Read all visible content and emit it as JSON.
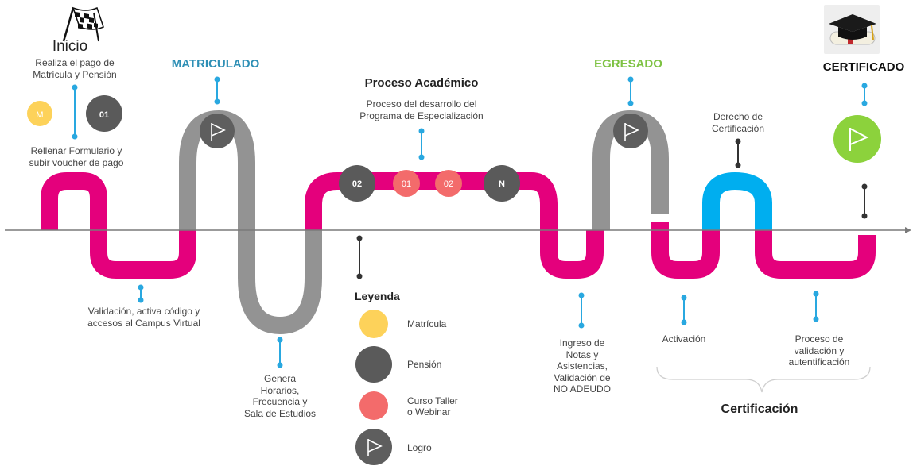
{
  "colors": {
    "road_magenta": "#e4007c",
    "road_gray": "#939393",
    "road_blue": "#00aeef",
    "matricula": "#fdd25a",
    "pension": "#5a5a5a",
    "curso": "#f36b6b",
    "logro_gray": "#5e5e5e",
    "logro_green": "#8cd23c",
    "matriculado": "#2e8fb5",
    "egresado": "#7dc242",
    "pin_blue": "#29a8e0",
    "pin_dark": "#333333",
    "axis": "#7a7a7a"
  },
  "start": {
    "flag_icon": "checkered-flag-icon",
    "title": "Inicio",
    "pay_line1": "Realiza el pago de",
    "pay_line2": "Matrícula y Pensión",
    "form_line1": "Rellenar Formulario y",
    "form_line2": "subir voucher de pago"
  },
  "badges": {
    "m": "M",
    "first": "01",
    "academic": [
      "02",
      "01",
      "02",
      "N"
    ]
  },
  "milestones": {
    "matriculado": "MATRICULADO",
    "egresado": "EGRESADO",
    "certificado": "CERTIFICADO",
    "grad_icon": "graduation-cap-diploma-icon"
  },
  "academic": {
    "title": "Proceso Académico",
    "line1": "Proceso del desarrollo del",
    "line2": "Programa de Especialización"
  },
  "steps": {
    "validacion_1": "Validación, activa código y",
    "validacion_2": "accesos al Campus Virtual",
    "genera": [
      "Genera",
      "Horarios,",
      "Frecuencia y",
      "Sala de Estudios"
    ],
    "ingreso": [
      "Ingreso de",
      "Notas y",
      "Asistencias,",
      "Validación de",
      "NO ADEUDO"
    ],
    "derecho": [
      "Derecho de",
      "Certificación"
    ],
    "activacion": "Activación",
    "proceso_val": [
      "Proceso de",
      "validación y",
      "autentificación"
    ],
    "certificacion": "Certificación"
  },
  "legend": {
    "title": "Leyenda",
    "items": [
      {
        "label": "Matrícula",
        "color": "#fdd25a",
        "icon": "yellow-circle-icon"
      },
      {
        "label": "Pensión",
        "color": "#5a5a5a",
        "icon": "dark-circle-icon"
      },
      {
        "label": "Curso Taller",
        "label2": "o Webinar",
        "color": "#f36b6b",
        "icon": "coral-circle-icon"
      },
      {
        "label": "Logro",
        "color": "#5e5e5e",
        "icon": "flag-circle-icon"
      }
    ]
  }
}
